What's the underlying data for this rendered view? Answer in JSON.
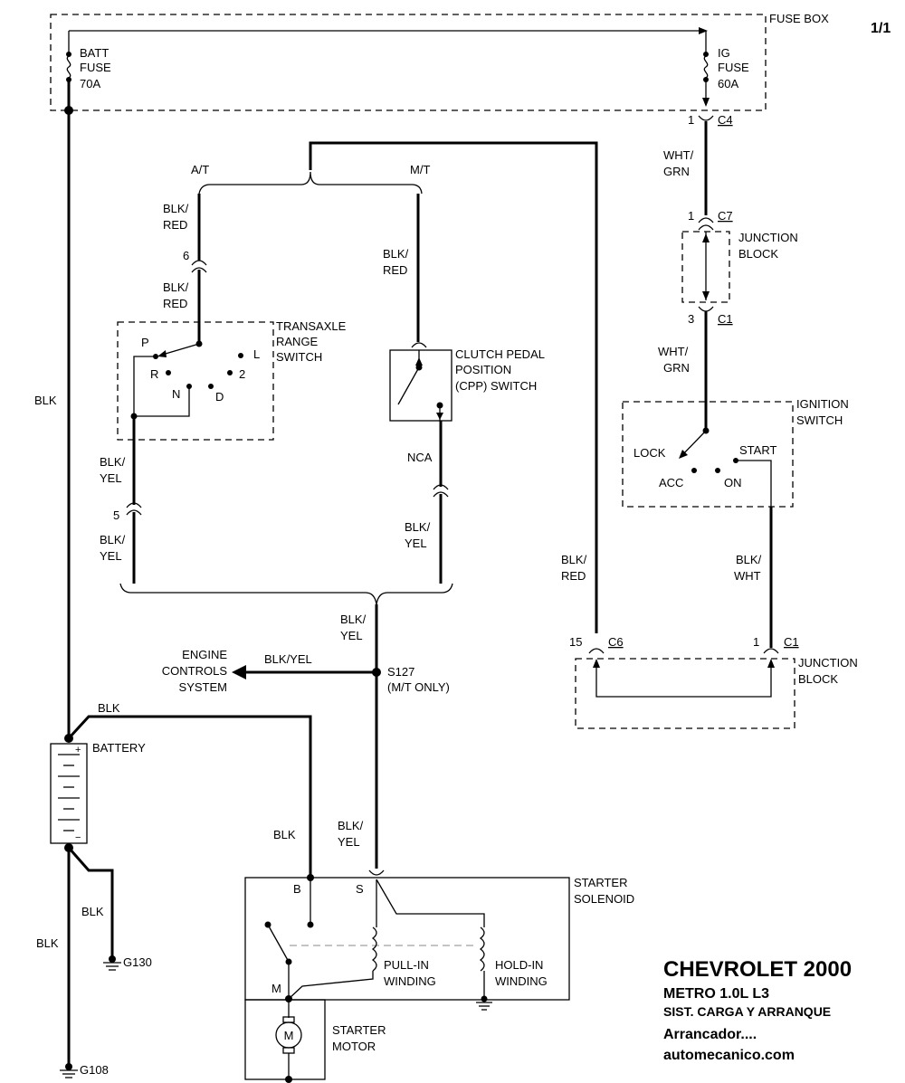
{
  "page": "1/1",
  "fuse_box": {
    "title": "FUSE BOX",
    "batt_fuse": [
      "BATT",
      "FUSE",
      "70A"
    ],
    "ig_fuse": [
      "IG",
      "FUSE",
      "60A"
    ]
  },
  "connectors": {
    "c4_pin": "1",
    "c4": "C4",
    "c7_pin": "1",
    "c7": "C7",
    "c1_top_pin": "3",
    "c1_top": "C1",
    "c6_pin": "15",
    "c6": "C6",
    "c1_bot_pin": "1",
    "c1_bot": "C1",
    "pin6": "6",
    "pin5": "5"
  },
  "wires": {
    "wht_grn": [
      "WHT/",
      "GRN"
    ],
    "blk_red": [
      "BLK/",
      "RED"
    ],
    "blk_yel": [
      "BLK/",
      "YEL"
    ],
    "blk_wht": [
      "BLK/",
      "WHT"
    ],
    "blk": "BLK",
    "blk_yel_inline": "BLK/YEL",
    "nca": "NCA"
  },
  "branches": {
    "at": "A/T",
    "mt": "M/T"
  },
  "junction_block": [
    "JUNCTION",
    "BLOCK"
  ],
  "transaxle_switch": {
    "label": [
      "TRANSAXLE",
      "RANGE",
      "SWITCH"
    ],
    "positions": [
      "P",
      "R",
      "N",
      "D",
      "2",
      "L"
    ]
  },
  "cpp_switch": [
    "CLUTCH PEDAL",
    "POSITION",
    "(CPP) SWITCH"
  ],
  "ignition_switch": {
    "label": [
      "IGNITION",
      "SWITCH"
    ],
    "positions": [
      "LOCK",
      "ACC",
      "ON",
      "START"
    ]
  },
  "engine_controls": [
    "ENGINE",
    "CONTROLS",
    "SYSTEM"
  ],
  "splice": [
    "S127",
    "(M/T ONLY)"
  ],
  "battery": {
    "label": "BATTERY",
    "plus": "+",
    "minus": "−"
  },
  "grounds": {
    "g130": "G130",
    "g108": "G108"
  },
  "starter_solenoid": {
    "label": [
      "STARTER",
      "SOLENOID"
    ],
    "b": "B",
    "s": "S",
    "m": "M"
  },
  "pull_in": [
    "PULL-IN",
    "WINDING"
  ],
  "hold_in": [
    "HOLD-IN",
    "WINDING"
  ],
  "starter_motor": {
    "label": [
      "STARTER",
      "MOTOR"
    ],
    "symbol": "M"
  },
  "title_block": {
    "line1": "CHEVROLET 2000",
    "line2": "METRO  1.0L  L3",
    "line3": "SIST. CARGA Y ARRANQUE",
    "line4": "Arrancador....",
    "line5": "automecanico.com"
  }
}
